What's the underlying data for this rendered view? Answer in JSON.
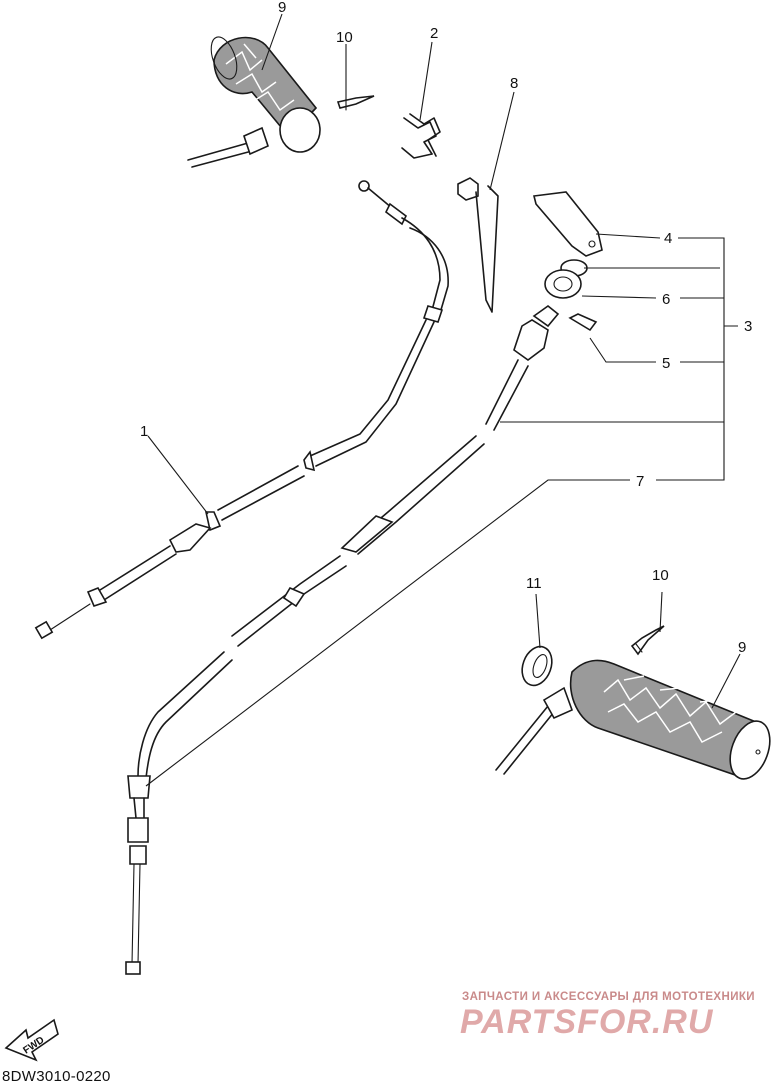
{
  "diagram": {
    "callouts": {
      "c1": "1",
      "c2": "2",
      "c3": "3",
      "c4": "4",
      "c5": "5",
      "c6": "6",
      "c7": "7",
      "c8": "8",
      "c9_top": "9",
      "c9_bottom": "9",
      "c10_top": "10",
      "c10_bottom": "10",
      "c11": "11"
    },
    "fwd_label": "FWD",
    "drawing_code": "8DW3010-0220"
  },
  "watermark": {
    "tagline": "ЗАПЧАСТИ И АКСЕССУАРЫ ДЛЯ МОТОТЕХНИКИ",
    "brand": "PARTSFOR.RU"
  }
}
